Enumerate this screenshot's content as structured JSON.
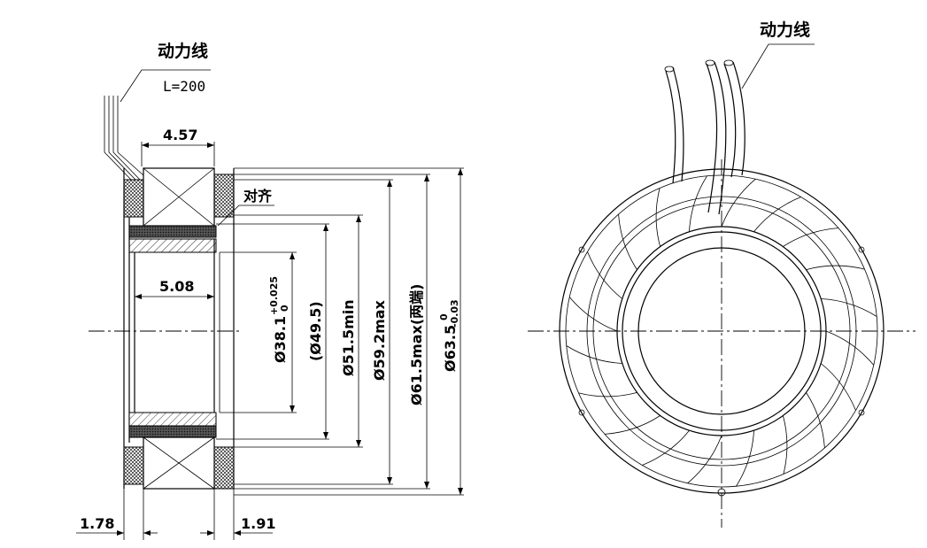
{
  "labels": {
    "power_lead_left": "动力线",
    "lead_length": "L=200",
    "power_lead_right": "动力线",
    "align": "对齐"
  },
  "dimensions": {
    "width_top": "4.57",
    "width_inner": "5.08",
    "left_offset": "1.78",
    "right_offset": "1.91",
    "bore": "Ø38.1",
    "bore_tol_upper": "+0.025",
    "bore_tol_lower": "0",
    "ref_dia": "(Ø49.5)",
    "dia_51_5": "Ø51.5min",
    "dia_59_2": "Ø59.2max",
    "dia_61_5": "Ø61.5max(两端)",
    "dia_63_5": "Ø63.5",
    "dia_63_5_tol_upper": "0",
    "dia_63_5_tol_lower": "-0.03"
  },
  "colors": {
    "line": "#000000",
    "background": "#ffffff"
  }
}
